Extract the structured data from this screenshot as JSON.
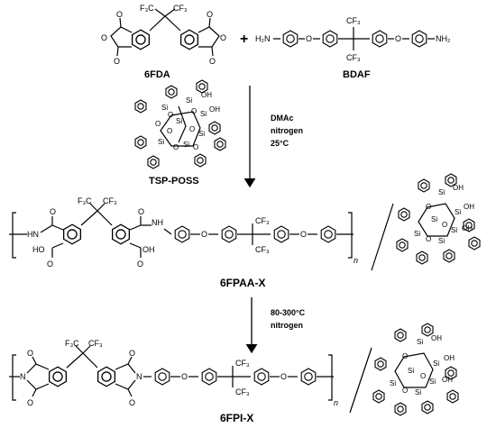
{
  "reactants": {
    "dianhydride": {
      "name": "6FDA",
      "cf3_left": "F₃C",
      "cf3_right": "CF₃",
      "oxygen": "O"
    },
    "plus": "+",
    "diamine": {
      "name": "BDAF",
      "amine": "H₂N",
      "amine_right": "NH₂",
      "ether_o": "O",
      "cf3": "CF₃"
    }
  },
  "additive": {
    "name": "TSP-POSS",
    "si": "Si",
    "o": "O",
    "oh": "OH"
  },
  "step1": {
    "conditions": [
      "DMAc",
      "nitrogen",
      "25°C"
    ]
  },
  "intermediate": {
    "name": "6FPAA-X",
    "hn": "HN",
    "nh": "NH",
    "ho": "HO",
    "oh": "OH",
    "o": "O",
    "cf3": "CF₃",
    "f3c": "F₃C",
    "n": "n"
  },
  "step2": {
    "conditions": [
      "80-300°C",
      "nitrogen"
    ]
  },
  "product": {
    "name": "6FPI-X",
    "n_atom": "N",
    "o": "O",
    "cf3": "CF₃",
    "f3c": "F₃C",
    "n": "n"
  }
}
